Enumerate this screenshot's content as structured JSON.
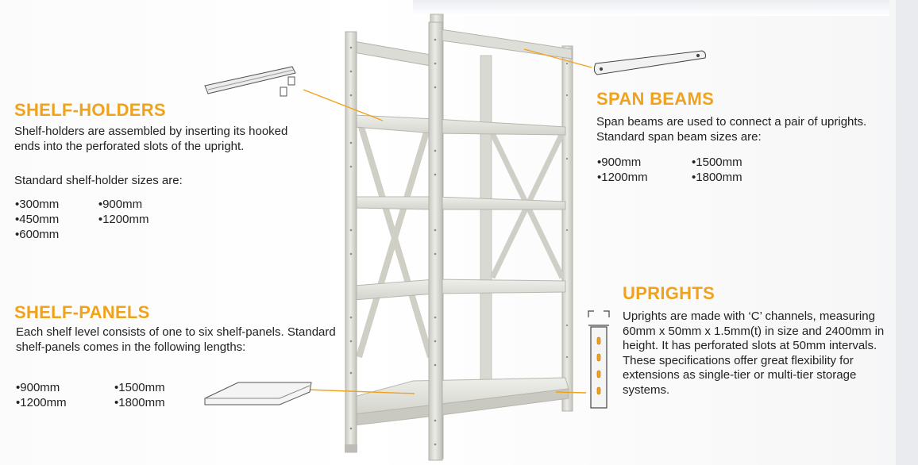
{
  "shelf_holders": {
    "title": "SHELF-HOLDERS",
    "description": "Shelf-holders are assembled by inserting its hooked ends into the perforated slots of the upright.",
    "sizes_intro": "Standard shelf-holder sizes are:",
    "sizes": [
      "300mm",
      "900mm",
      "450mm",
      "1200mm",
      "600mm"
    ]
  },
  "span_beams": {
    "title": "SPAN BEAMS",
    "description": "Span beams are used to connect a pair of uprights. Standard span beam sizes are:",
    "sizes": [
      "900mm",
      "1500mm",
      "1200mm",
      "1800mm"
    ]
  },
  "shelf_panels": {
    "title": "SHELF-PANELS",
    "description": "Each shelf level consists of one to six shelf-panels. Standard shelf-panels comes in the following lengths:",
    "sizes": [
      "900mm",
      "1500mm",
      "1200mm",
      "1800mm"
    ]
  },
  "uprights": {
    "title": "UPRIGHTS",
    "description": "Uprights are made with ‘C’ channels, measuring 60mm  x 50mm x 1.5mm(t) in size and 2400mm in height. It has perforated slots at 50mm intervals. These specifications offer great flexibility for extensions as single-tier or multi-tier storage systems."
  },
  "colors": {
    "heading": "#f0a21b",
    "leader_line": "#f0a21b",
    "rack_frame": "#dcdcd6"
  },
  "icons": [
    "shelf-rack-illustration",
    "shelf-holder-part-icon",
    "span-beam-part-icon",
    "shelf-panel-part-icon",
    "upright-part-icon"
  ]
}
